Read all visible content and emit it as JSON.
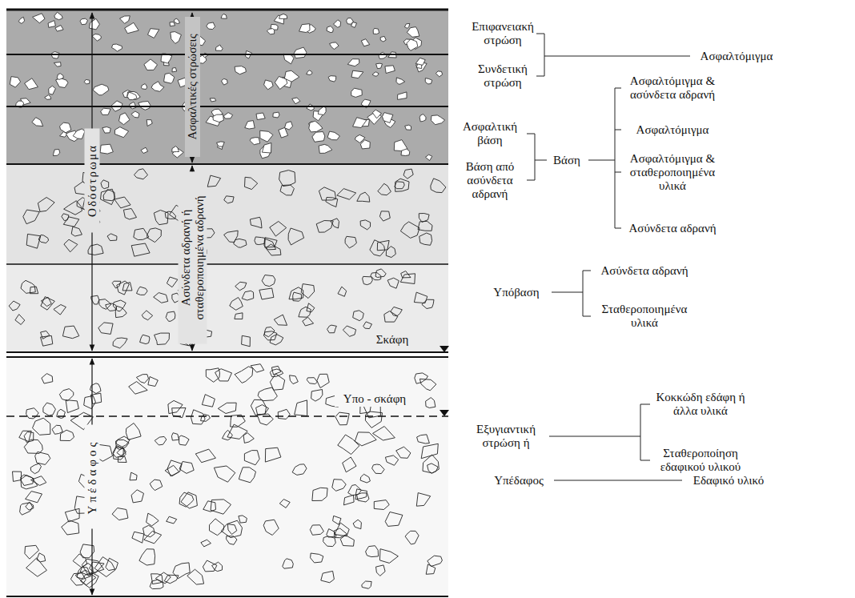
{
  "diagram": {
    "labels": [
      "Οδόστρωμα",
      "Ασφαλτικές στρώσεις",
      "Ασύνδετα αδρανή ή σταθεροποιημένα αδρανή",
      "Σκάφη",
      "Υπο - σκάφη",
      "Υπέδαφος",
      "Επιφανειακή στρώση",
      "Συνδετική στρώση",
      "Ασφαλτόμιγμα",
      "Ασφαλτική βάση",
      "Βάση από ασύνδετα αδρανή",
      "Βάση",
      "Ασφαλτόμιγμα & ασύνδετα αδρανή",
      "Ασφαλτόμιγμα",
      "Ασφαλτόμιγμα & σταθεροποιημένα υλικά",
      "Ασύνδετα αδρανή",
      "Υπόβαση",
      "Ασύνδετα αδρανή",
      "Σταθεροποιημένα υλικά",
      "Εξυγιαντική στρώση ή",
      "Κοκκώδη εδάφη ή άλλα υλικά",
      "Σταθεροποίηση εδαφικού υλικού",
      "Υπέδαφος",
      "Εδαφικό υλικό"
    ]
  }
}
